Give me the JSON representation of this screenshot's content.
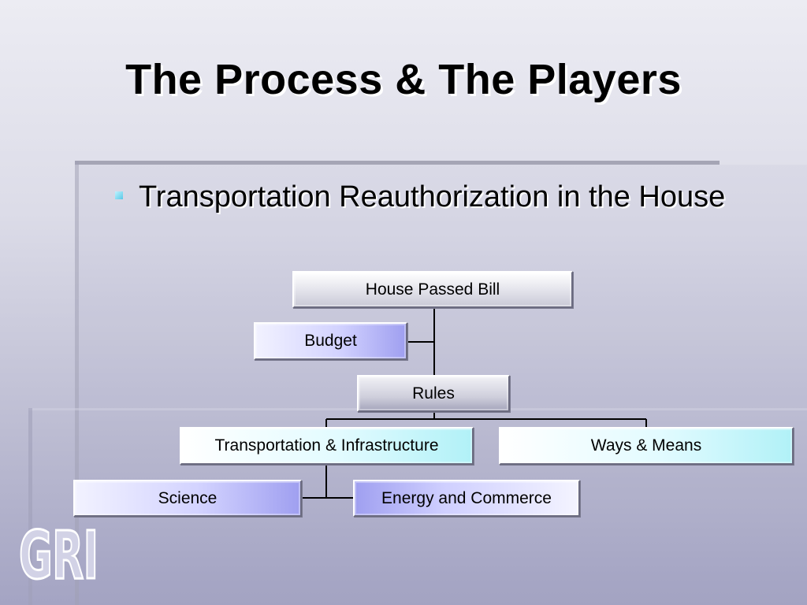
{
  "slide": {
    "title": "The Process & The Players",
    "bullet": "Transportation Reauthorization in the House"
  },
  "diagram": {
    "house_passed_bill": "House Passed Bill",
    "budget": "Budget",
    "rules": "Rules",
    "transportation_infrastructure": "Transportation & Infrastructure",
    "ways_means": "Ways & Means",
    "science": "Science",
    "energy_commerce": "Energy and Commerce"
  },
  "logo": "GRI",
  "colors": {
    "bullet_accent": "#59c8e6",
    "box_purple": "#9f9ff0",
    "box_cyan": "#b1f1f7",
    "box_gray": "#c9c9d6"
  }
}
